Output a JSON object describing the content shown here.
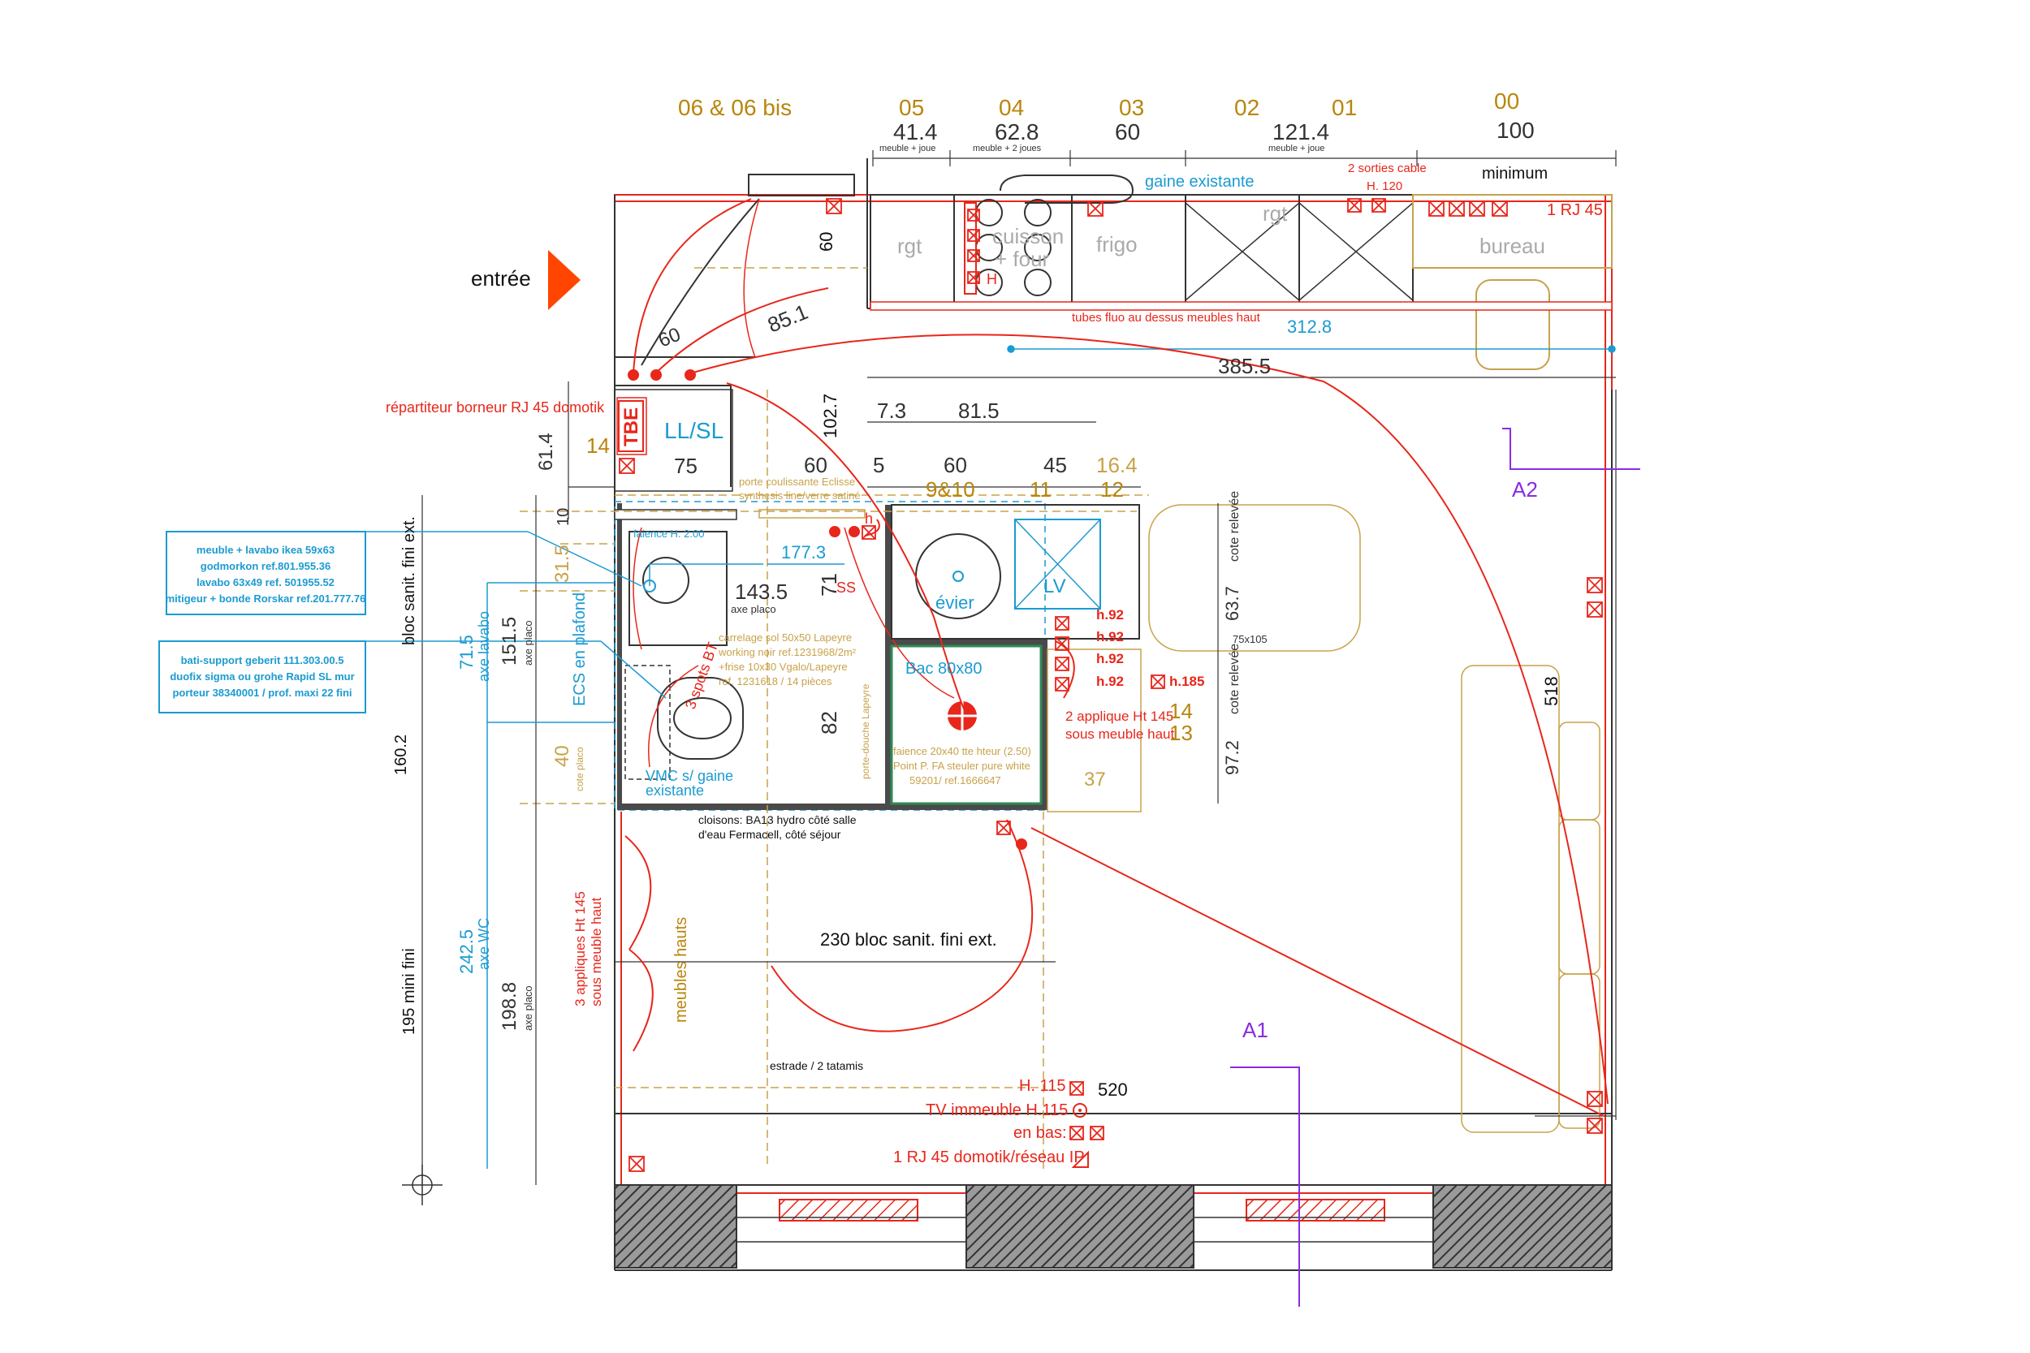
{
  "colors": {
    "wall": "#222222",
    "electric": "#e8261b",
    "water": "#1b9bd1",
    "furniture": "#c8a24a",
    "zone": "#b8860b",
    "section": "#8a2be2",
    "box": "#1b9bd1",
    "hatch": "#555555"
  },
  "top_zones": {
    "z06": "06 & 06 bis",
    "z05": "05",
    "z04": "04",
    "z03": "03",
    "z02": "02",
    "z01": "01",
    "z00": "00"
  },
  "top_dims": {
    "d414": "41.4",
    "d414_sub": "meuble + joue",
    "d628": "62.8",
    "d628_sub": "meuble + 2 joues",
    "d60": "60",
    "d1214": "121.4",
    "d1214_sub": "meuble + joue",
    "d100": "100",
    "minimum": "minimum",
    "sorties": "2 sorties cable",
    "h120": "H. 120",
    "rj45": "1 RJ 45",
    "gaine": "gaine existante"
  },
  "kitchen": {
    "rgt1": "rgt",
    "cuisson1": "cuisson",
    "cuisson2": "+ four",
    "h_mark": "H",
    "frigo": "frigo",
    "rgt2": "rgt",
    "bureau": "bureau",
    "tubes": "tubes fluo au dessus meubles haut",
    "d3128": "312.8",
    "d3855": "385.5",
    "d60a": "60",
    "d851": "85.1",
    "d60b": "60"
  },
  "entry": {
    "label": "entrée"
  },
  "utility": {
    "repartiteur": "répartiteur borneur RJ 45 domotik",
    "tbe": "TBE",
    "llsl": "LL/SL",
    "d75": "75",
    "z14": "14",
    "d614": "61.4",
    "d1027": "102.7",
    "d73": "7.3",
    "d815": "81.5",
    "d60": "60",
    "d5": "5",
    "d60c": "60",
    "d45": "45",
    "d164": "16.4",
    "z910": "9&10",
    "z11": "11",
    "z12": "12",
    "porte1": "porte coulissante Eclisse",
    "porte2": "synthesis line/verre satiné"
  },
  "bath": {
    "faience": "faience H. 2.00",
    "d1773": "177.3",
    "d1435": "143.5",
    "axe_placo": "axe placo",
    "d71": "71",
    "ss": "SS",
    "carrelage1": "carrelage sol 50x50 Lapeyre",
    "carrelage2": "working noir ref.1231968/2m²",
    "carrelage3": "+frise 10x30 Vgalo/Lapeyre",
    "carrelage4": "ref. 1231618 / 14 pièces",
    "d82": "82",
    "spots": "3 spots BT",
    "ecs": "ECS en plafond",
    "vmc1": "VMC s/ gaine",
    "vmc2": "existante",
    "d40": "40",
    "cote_placo": "cote placo",
    "d315": "31.5",
    "d10": "10",
    "bac": "Bac 80x80",
    "faience2_1": "faience 20x40 tte hteur (2.50)",
    "faience2_2": "Point P. FA steuler pure white",
    "faience2_3": "59201/ ref.1666647",
    "porte_douche": "porte-douche Lapeyre",
    "cloisons1": "cloisons: BA13 hydro côté salle",
    "cloisons2": "d'eau Fermacell, côté séjour"
  },
  "evier": {
    "evier": "évier",
    "lv": "LV",
    "h92a": "h.92",
    "h92b": "h.92",
    "h92c": "h.92",
    "h92d": "h.92",
    "h185": "h.185",
    "applique1": "2 applique Ht 145",
    "applique2": "sous meuble haut",
    "z13": "13",
    "z14": "14",
    "d37": "37",
    "h_small": "h"
  },
  "table": {
    "d637": "63.7",
    "cote_relevee1": "cote relevée",
    "size": "75x105",
    "d972": "97.2",
    "cote_relevee2": "cote relevée",
    "d518": "518"
  },
  "sections": {
    "a1": "A1",
    "a2": "A2"
  },
  "left_boxes": {
    "box1_l1": "meuble + lavabo ikea 59x63",
    "box1_l2": "godmorkon ref.801.955.36",
    "box1_l3": "lavabo 63x49 ref. 501955.52",
    "box1_l4": "mitigeur + bonde Rorskar ref.201.777.76",
    "box2_l1": "bati-support geberit 111.303.00.5",
    "box2_l2": "duofix sigma  ou grohe Rapid SL mur",
    "box2_l3": "porteur 38340001 / prof. maxi 22 fini"
  },
  "left_dims": {
    "bloc_sanit": "bloc sanit. fini ext.",
    "d1602": "160.2",
    "d195": "195 mini fini",
    "d715": "71.5",
    "axe_lavabo": "axe lavabo",
    "d1515": "151.5",
    "axe_placo1": "axe placo",
    "d2425": "242.5",
    "axe_wc": "axe WC",
    "d1988": "198.8",
    "axe_placo2": "axe placo"
  },
  "living": {
    "d230": "230  bloc sanit. fini ext.",
    "appliques1": "3 appliques Ht 145",
    "appliques2": "sous meuble haut",
    "meubles_hauts": "meubles hauts",
    "estrade": "estrade / 2 tatamis",
    "h115": "H. 115",
    "d520": "520",
    "tv": "TV immeuble H.115",
    "en_bas": "en bas:",
    "rj45_domotik": "1 RJ 45 domotik/réseau IP"
  }
}
